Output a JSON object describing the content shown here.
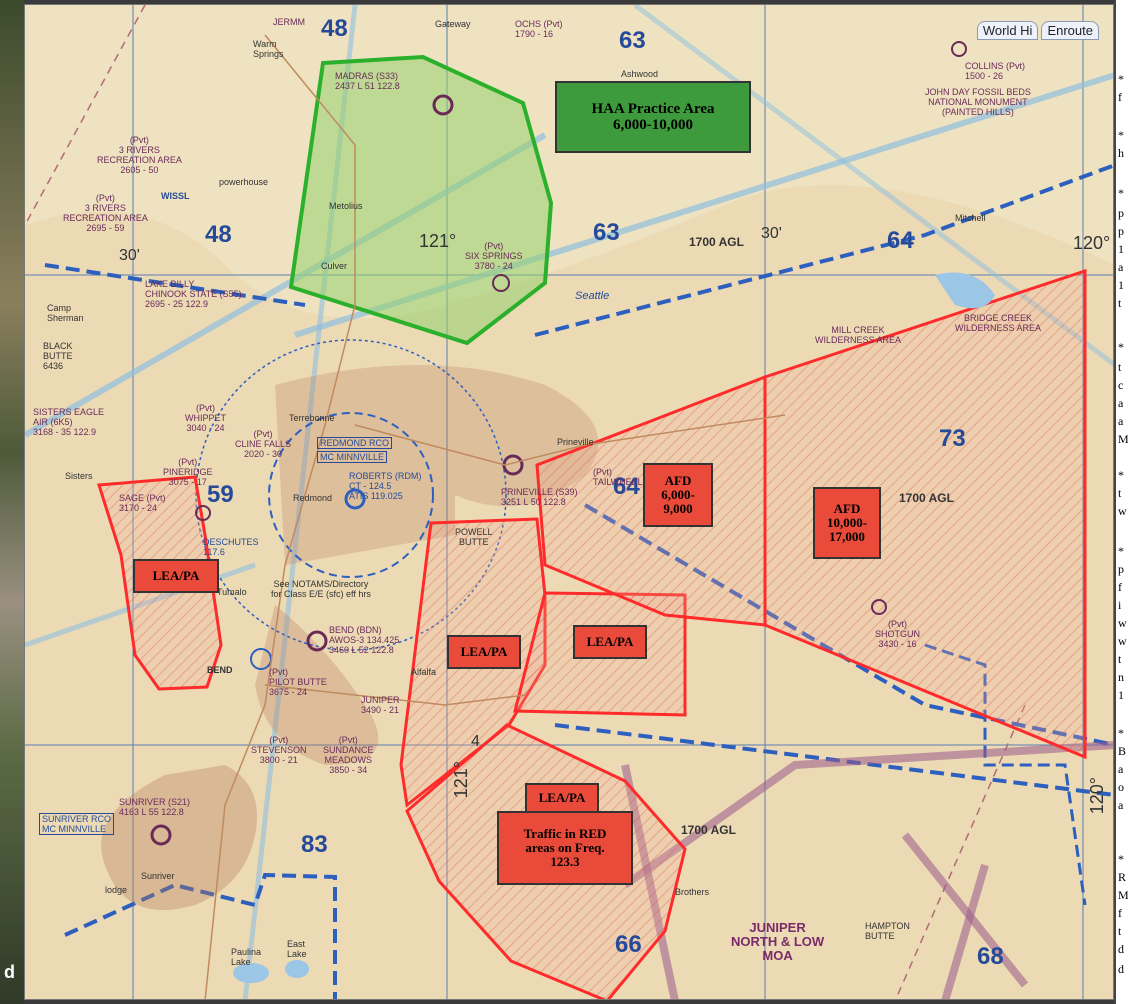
{
  "satellite_label": "d",
  "tabs": [
    "World Hi",
    "Enroute"
  ],
  "boxes": {
    "haa": "HAA Practice Area\n6,000-10,000",
    "afd_small": "AFD\n6,000-\n9,000",
    "afd_large": "AFD\n10,000-\n17,000",
    "lea_west": "LEA/PA",
    "lea_center": "LEA/PA",
    "lea_east": "LEA/PA",
    "lea_south": "LEA/PA",
    "traffic": "Traffic in RED\nareas on Freq.\n123.3"
  },
  "sector_numbers": [
    "48",
    "63",
    "63",
    "64",
    "48",
    "59",
    "64",
    "73",
    "83",
    "66",
    "68"
  ],
  "agl_labels": [
    "1700 AGL",
    "1700 AGL",
    "1700 AGL"
  ],
  "degree_labels": [
    "30'",
    "121°",
    "30'",
    "120°",
    "120°",
    "121°",
    "4"
  ],
  "moa_label": "JUNIPER\nNORTH & LOW\nMOA",
  "places": {
    "jermm": "JERMM",
    "warm_springs": "Warm\nSprings",
    "gateway": "Gateway",
    "ochs": "OCHS (Pvt)\n1790 - 16",
    "ashwood": "Ashwood",
    "collins": "COLLINS (Pvt)\n1500 - 26",
    "john_day": "JOHN DAY FOSSIL BEDS\nNATIONAL MONUMENT\n(PAINTED HILLS)",
    "madras": "MADRAS (S33)\n2437 L 51 122.8",
    "three_rivers": "(Pvt)\n3 RIVERS\nRECREATION AREA\n2605 - 50",
    "powerhouse": "powerhouse",
    "wissl": "WISSL",
    "three_rivers2": "(Pvt)\n3 RIVERS\nRECREATION AREA\n2695 - 59",
    "metolius": "Metolius",
    "culver": "Culver",
    "six_springs": "(Pvt)\nSIX SPRINGS\n3780 - 24",
    "mitchell": "Mitchell",
    "lake_billy": "LAKE BILLY\nCHINOOK STATE (S55)\n2695 - 25 122.9",
    "camp_sherman": "Camp\nSherman",
    "black_butte": "BLACK\nBUTTE\n6436",
    "mill_creek": "MILL CREEK\nWILDERNESS AREA",
    "bridge_creek": "BRIDGE CREEK\nWILDERNESS AREA",
    "seattle": "Seattle",
    "sisters_eagle": "SISTERS EAGLE\nAIR (6K5)\n3168 - 35 122.9",
    "whippet": "(Pvt)\nWHIPPET\n3040 - 24",
    "cline_falls": "(Pvt)\nCLINE FALLS\n2020 - 30",
    "terrebonne": "Terrebonne",
    "redmond_rco": "REDMOND RCO",
    "mc_minnville": "MC MINNVILLE",
    "prineville": "Prineville",
    "pineridge": "(Pvt)\nPINERIDGE\n3075 - 17",
    "sisters": "Sisters",
    "roberts": "ROBERTS (RDM)\nCT - 124.5\nATIS 119.025",
    "redmond": "Redmond",
    "tailwheel": "(Pvt)\nTAILWHEEL",
    "prineville_apt": "PRINEVILLE (S39)\n3251 L 50 122.8",
    "sage": "SAGE (Pvt)\n3170 - 24",
    "deschutes": "DESCHUTES\n117.6",
    "powell_butte": "POWELL\nBUTTE",
    "tumalo": "Tumalo",
    "notams": "See NOTAMS/Directory\nfor Class E/E (sfc) eff hrs",
    "bend": "BEND (BDN)\nAWOS-3 134.425\n3460 L 52 122.8",
    "shotgun": "(Pvt)\nSHOTGUN\n3430 - 16",
    "pilot_butte": "(Pvt)\nPILOT BUTTE\n3675 - 24",
    "bend_city": "BEND",
    "alfalfa": "Alfalfa",
    "juniper": "JUNIPER\n3490 - 21",
    "stevenson": "(Pvt)\nSTEVENSON\n3800 - 21",
    "sundance": "(Pvt)\nSUNDANCE\nMEADOWS\n3850 - 34",
    "sunriver": "SUNRIVER (S21)\n4163 L 55 122.8",
    "sunriver_rco": "SUNRIVER RCO\nMC MINNVILLE",
    "sunriver_town": "Sunriver",
    "brothers": "Brothers",
    "hampton": "HAMPTON\nBUTTE",
    "paulina": "Paulina\nLake",
    "east_lake": "East\nLake",
    "lodge": "lodge"
  },
  "side_text": [
    "*",
    "f",
    "*",
    "h",
    "*",
    "p",
    "p",
    "1",
    "a",
    "1",
    "t",
    "*",
    "t",
    "c",
    "a",
    "a",
    "M",
    "*",
    "t",
    "w",
    "*",
    "p",
    "f",
    "i",
    "w",
    "w",
    "t",
    "n",
    "1",
    "*",
    "B",
    "a",
    "o",
    "a",
    "*",
    "R",
    "M",
    "f",
    "t",
    "d",
    "d"
  ]
}
